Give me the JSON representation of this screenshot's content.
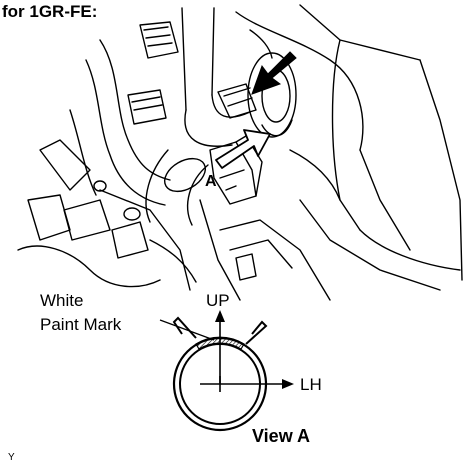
{
  "heading": "for 1GR-FE:",
  "labels": {
    "view_marker": "A",
    "white_paint_mark_line1": "White",
    "white_paint_mark_line2": "Paint Mark",
    "up": "UP",
    "lh": "LH",
    "view_title": "View A",
    "figure_code": "Y"
  },
  "colors": {
    "ink": "#000000",
    "paper": "#ffffff",
    "paint_mark_hatch": "#000000"
  }
}
